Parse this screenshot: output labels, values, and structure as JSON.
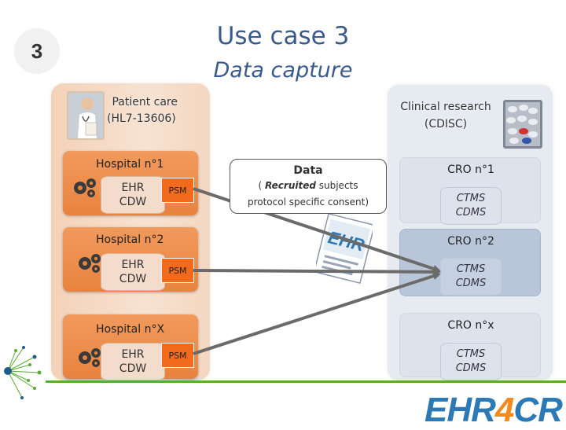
{
  "slide_number": "3",
  "title": "Use case 3",
  "subtitle": "Data capture",
  "left_panel": {
    "label_line1": "Patient care",
    "label_line2": "(HL7-13606)",
    "hospitals": [
      {
        "label": "Hospital n°1",
        "ehr_line1": "EHR",
        "ehr_line2": "CDW",
        "psm": "PSM"
      },
      {
        "label": "Hospital n°2",
        "ehr_line1": "EHR",
        "ehr_line2": "CDW",
        "psm": "PSM"
      },
      {
        "label": "Hospital n°X",
        "ehr_line1": "EHR",
        "ehr_line2": "CDW",
        "psm": "PSM"
      }
    ]
  },
  "right_panel": {
    "label_line1": "Clinical research",
    "label_line2": "(CDISC)",
    "cros": [
      {
        "label": "CRO n°1",
        "ctms_line1": "CTMS",
        "ctms_line2": "CDMS"
      },
      {
        "label": "CRO n°2",
        "ctms_line1": "CTMS",
        "ctms_line2": "CDMS"
      },
      {
        "label": "CRO n°x",
        "ctms_line1": "CTMS",
        "ctms_line2": "CDMS"
      }
    ]
  },
  "callout": {
    "title": "Data",
    "line1_prefix": "( ",
    "line1_italic": "Recruited",
    "line1_suffix": " subjects",
    "line2": "protocol specific consent)"
  },
  "logo": {
    "part1": "EHR",
    "part2": "4",
    "part3": "CR"
  },
  "colors": {
    "hospital_orange": "#e8833f",
    "psm_orange": "#f26a1b",
    "title_blue": "#3a5a8c",
    "arrow_gray": "#6b6b6b",
    "line_green": "#5aaa33"
  }
}
